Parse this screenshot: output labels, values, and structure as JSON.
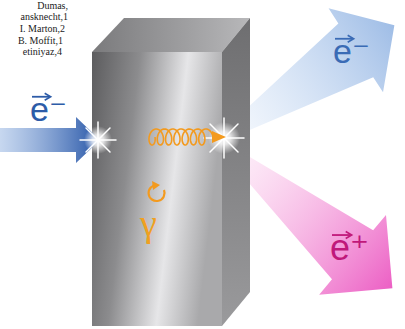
{
  "diagram": {
    "labels": [
      "Dumas,",
      "ansknecht,1",
      "I. Marton,2",
      "B. Moffit,1",
      "etiniyaz,4",
      "e⁻",
      "γ",
      "e⁻",
      "e⁺"
    ]
  }
}
